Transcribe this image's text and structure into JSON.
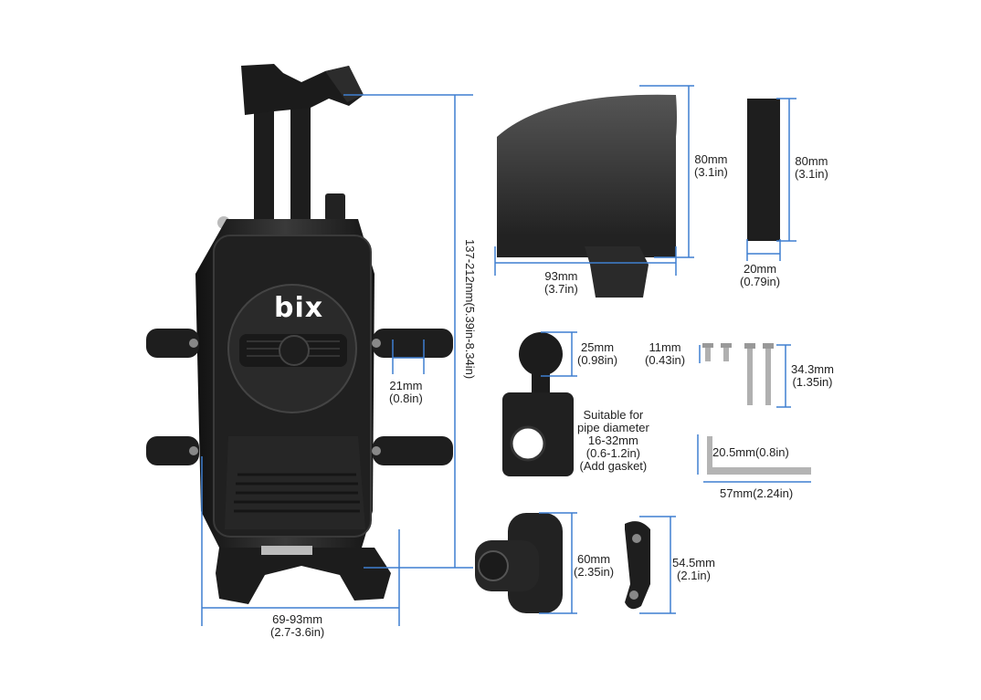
{
  "brand": {
    "logo_text": "bix"
  },
  "colors": {
    "dimension_line": "#3f7fd0",
    "product": "#1c1c1c"
  },
  "dimensions": {
    "holder_height": "137-212mm(5.39in-8.34in)",
    "holder_width": [
      "69-93mm",
      "(2.7-3.6in)"
    ],
    "arm": [
      "21mm",
      "(0.8in)"
    ],
    "shield_height": [
      "80mm",
      "(3.1in)"
    ],
    "shield_width": [
      "93mm",
      "(3.7in)"
    ],
    "pad_height": [
      "80mm",
      "(3.1in)"
    ],
    "pad_width": [
      "20mm",
      "(0.79in)"
    ],
    "ball": [
      "25mm",
      "(0.98in)"
    ],
    "clamp_note": [
      "Suitable for",
      "pipe diameter",
      "16-32mm",
      "(0.6-1.2in)",
      "(Add gasket)"
    ],
    "screw_short": [
      "11mm",
      "(0.43in)"
    ],
    "screw_long": [
      "34.3mm",
      "(1.35in)"
    ],
    "wrench_short": "20.5mm(0.8in)",
    "wrench_long": "57mm(2.24in)",
    "connector": [
      "60mm",
      "(2.35in)"
    ],
    "bracket": [
      "54.5mm",
      "(2.1in)"
    ]
  }
}
